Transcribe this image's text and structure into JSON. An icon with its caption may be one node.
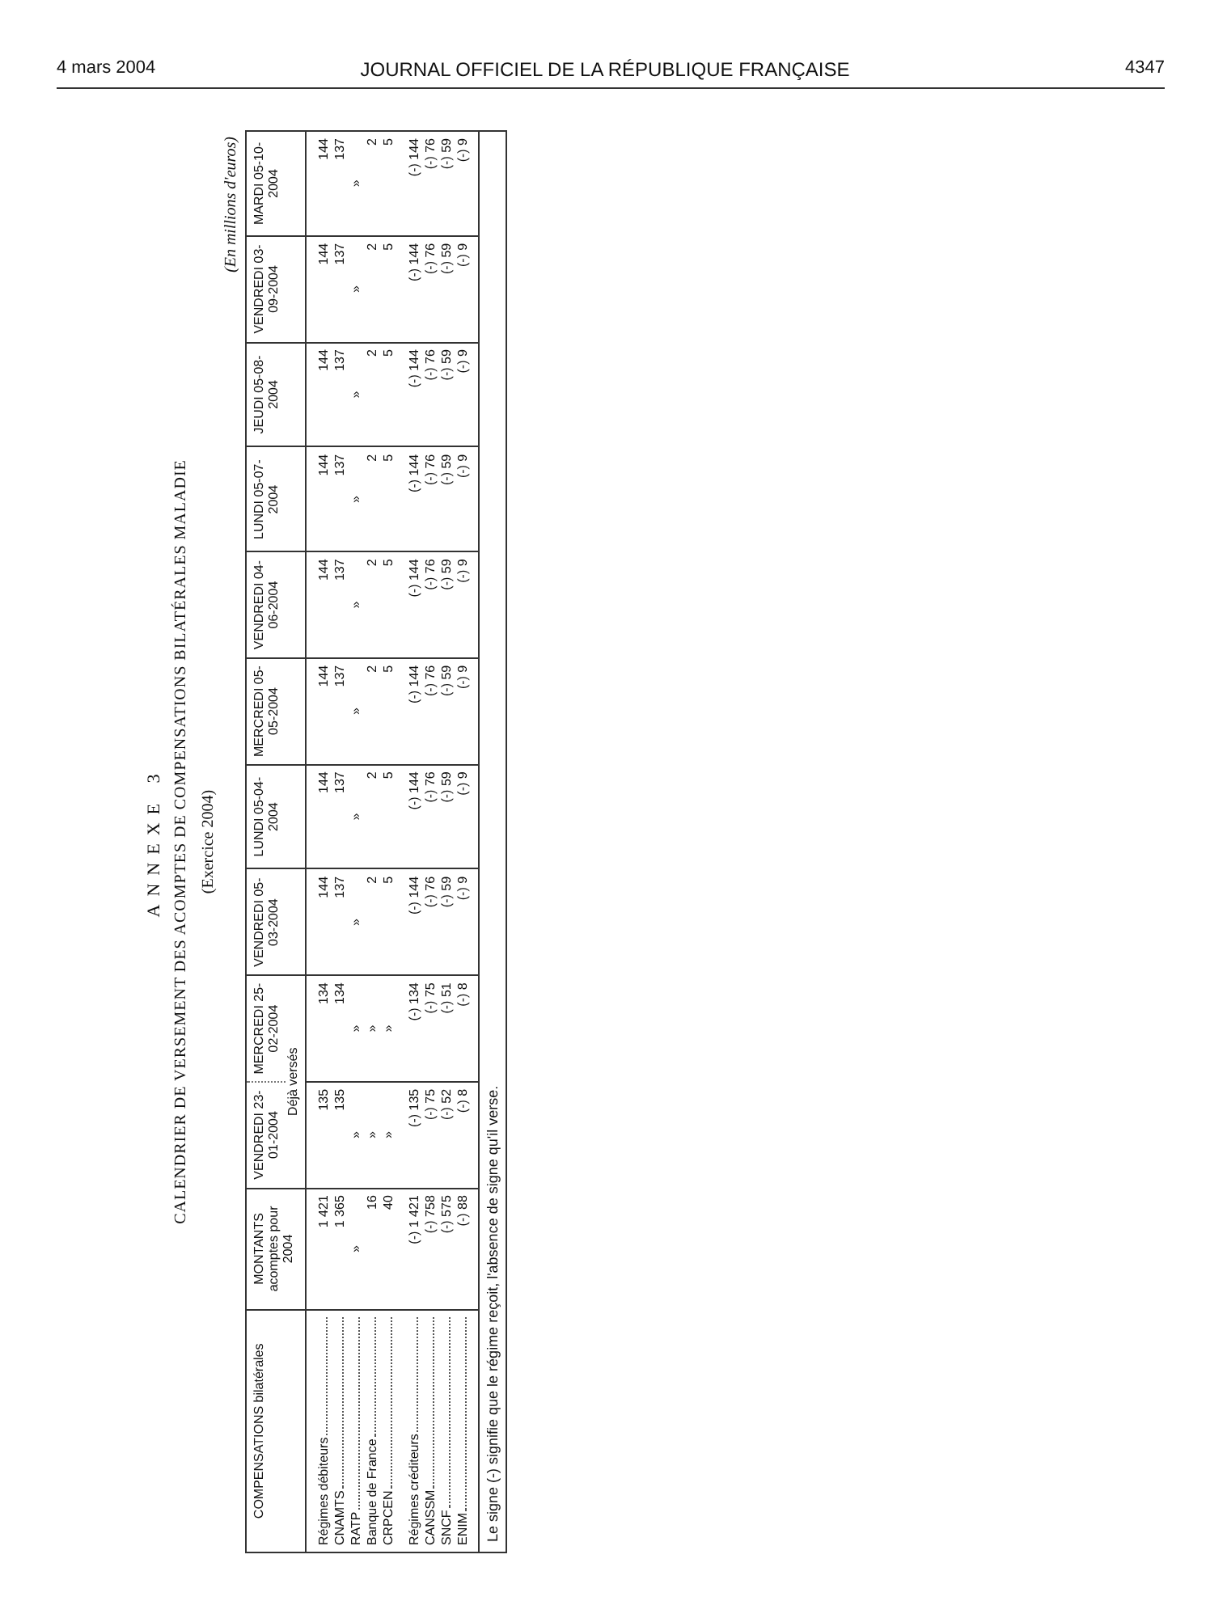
{
  "diagram": {
    "title": "ANNEXE 3",
    "labels": [
      "4 mars 2004",
      "JOURNAL OFFICIEL DE LA RÉPUBLIQUE FRANÇAISE",
      "4347",
      "CALENDRIER DE VERSEMENT DES ACOMPTES DE COMPENSATIONS BILATÉRALES MALADIE",
      "(Exercice 2004)",
      "(En millions d'euros)",
      "COMPENSATIONS bilatérales",
      "MONTANTS acomptes pour 2004",
      "VENDREDI 23-01-2004",
      "MERCREDI 25-02-2004",
      "VENDREDI 05-03-2004",
      "LUNDI 05-04-2004",
      "MERCREDI 05-05-2004",
      "VENDREDI 04-06-2004",
      "LUNDI 05-07-2004",
      "JEUDI 05-08-2004",
      "VENDREDI 03-09-2004",
      "MARDI 05-10-2004",
      "Déjà versés",
      "Régimes débiteurs",
      "1 421",
      "135",
      "134",
      "144",
      "144",
      "144",
      "144",
      "144",
      "144",
      "144",
      "144",
      "CNAMTS",
      "1 365",
      "135",
      "134",
      "137",
      "137",
      "137",
      "137",
      "137",
      "137",
      "137",
      "137",
      "RATP",
      "»",
      "»",
      "»",
      "»",
      "»",
      "»",
      "»",
      "»",
      "»",
      "»",
      "»",
      "Banque de France",
      "16",
      "»",
      "»",
      "2",
      "2",
      "2",
      "2",
      "2",
      "2",
      "2",
      "2",
      "CRPCEN",
      "40",
      "»",
      "»",
      "5",
      "5",
      "5",
      "5",
      "5",
      "5",
      "5",
      "5",
      "Régimes créditeurs",
      "(-) 1 421",
      "(-) 135",
      "(-) 134",
      "(-) 144",
      "(-) 144",
      "(-) 144",
      "(-) 144",
      "(-) 144",
      "(-) 144",
      "(-) 144",
      "(-) 144",
      "CANSSM",
      "(-) 758",
      "(-) 75",
      "(-) 75",
      "(-) 76",
      "(-) 76",
      "(-) 76",
      "(-) 76",
      "(-) 76",
      "(-) 76",
      "(-) 76",
      "(-) 76",
      "SNCF",
      "(-) 575",
      "(-) 52",
      "(-) 51",
      "(-) 59",
      "(-) 59",
      "(-) 59",
      "(-) 59",
      "(-) 59",
      "(-) 59",
      "(-) 59",
      "(-) 59",
      "ENIM",
      "(-) 88",
      "(-) 8",
      "(-) 8",
      "(-) 9",
      "(-) 9",
      "(-) 9",
      "(-) 9",
      "(-) 9",
      "(-) 9",
      "(-) 9",
      "(-) 9",
      "Le signe (-) signifie que le régime reçoit, l'absence de signe qu'il verse."
    ]
  }
}
